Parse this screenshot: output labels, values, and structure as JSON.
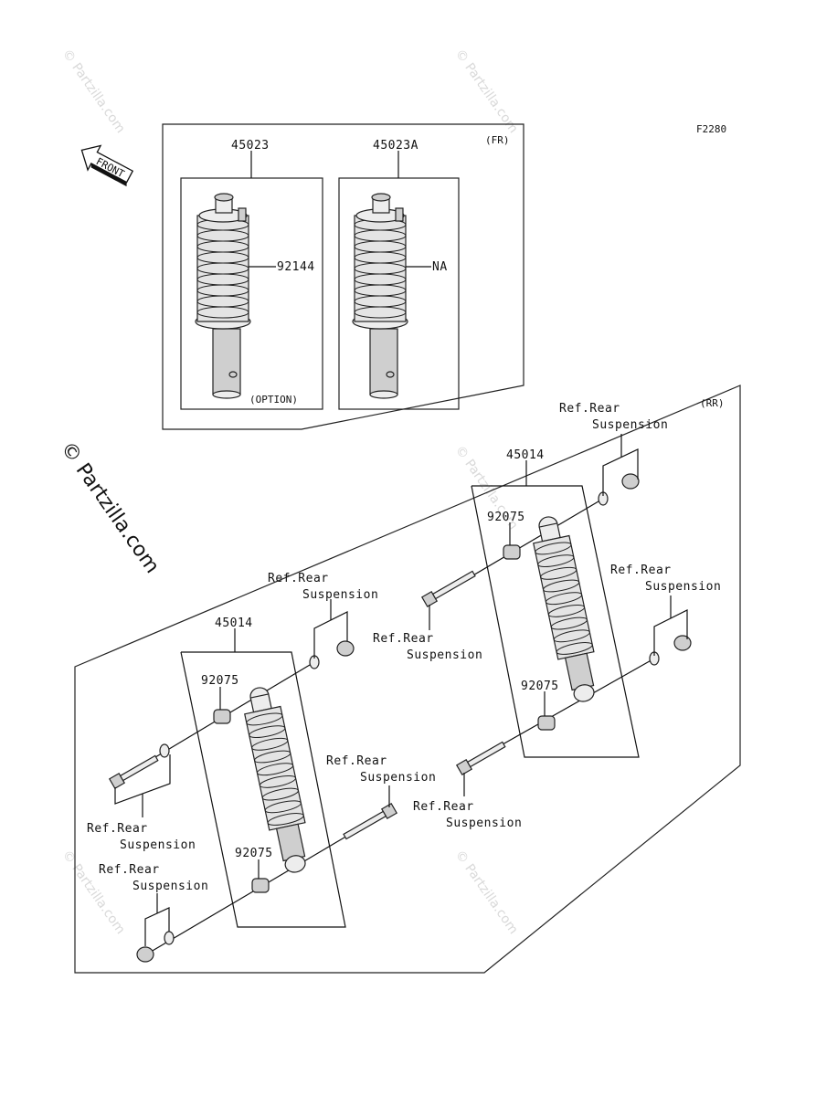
{
  "figure_code": "F2280",
  "front_label": "FRONT",
  "front_section": {
    "tag": "(FR)",
    "left_part_no": "45023",
    "right_part_no": "45023A",
    "spring_part_no": "92144",
    "spring_na_label": "NA",
    "option_label": "(OPTION)"
  },
  "rear_section": {
    "tag": "(RR)",
    "shock_part_no": "45014",
    "bushing_part_no": "92075",
    "ref_line1": "Ref.Rear",
    "ref_line2": "Suspension"
  },
  "watermarks": {
    "small": "© Partzilla.com",
    "large": "© Partzilla.com"
  }
}
